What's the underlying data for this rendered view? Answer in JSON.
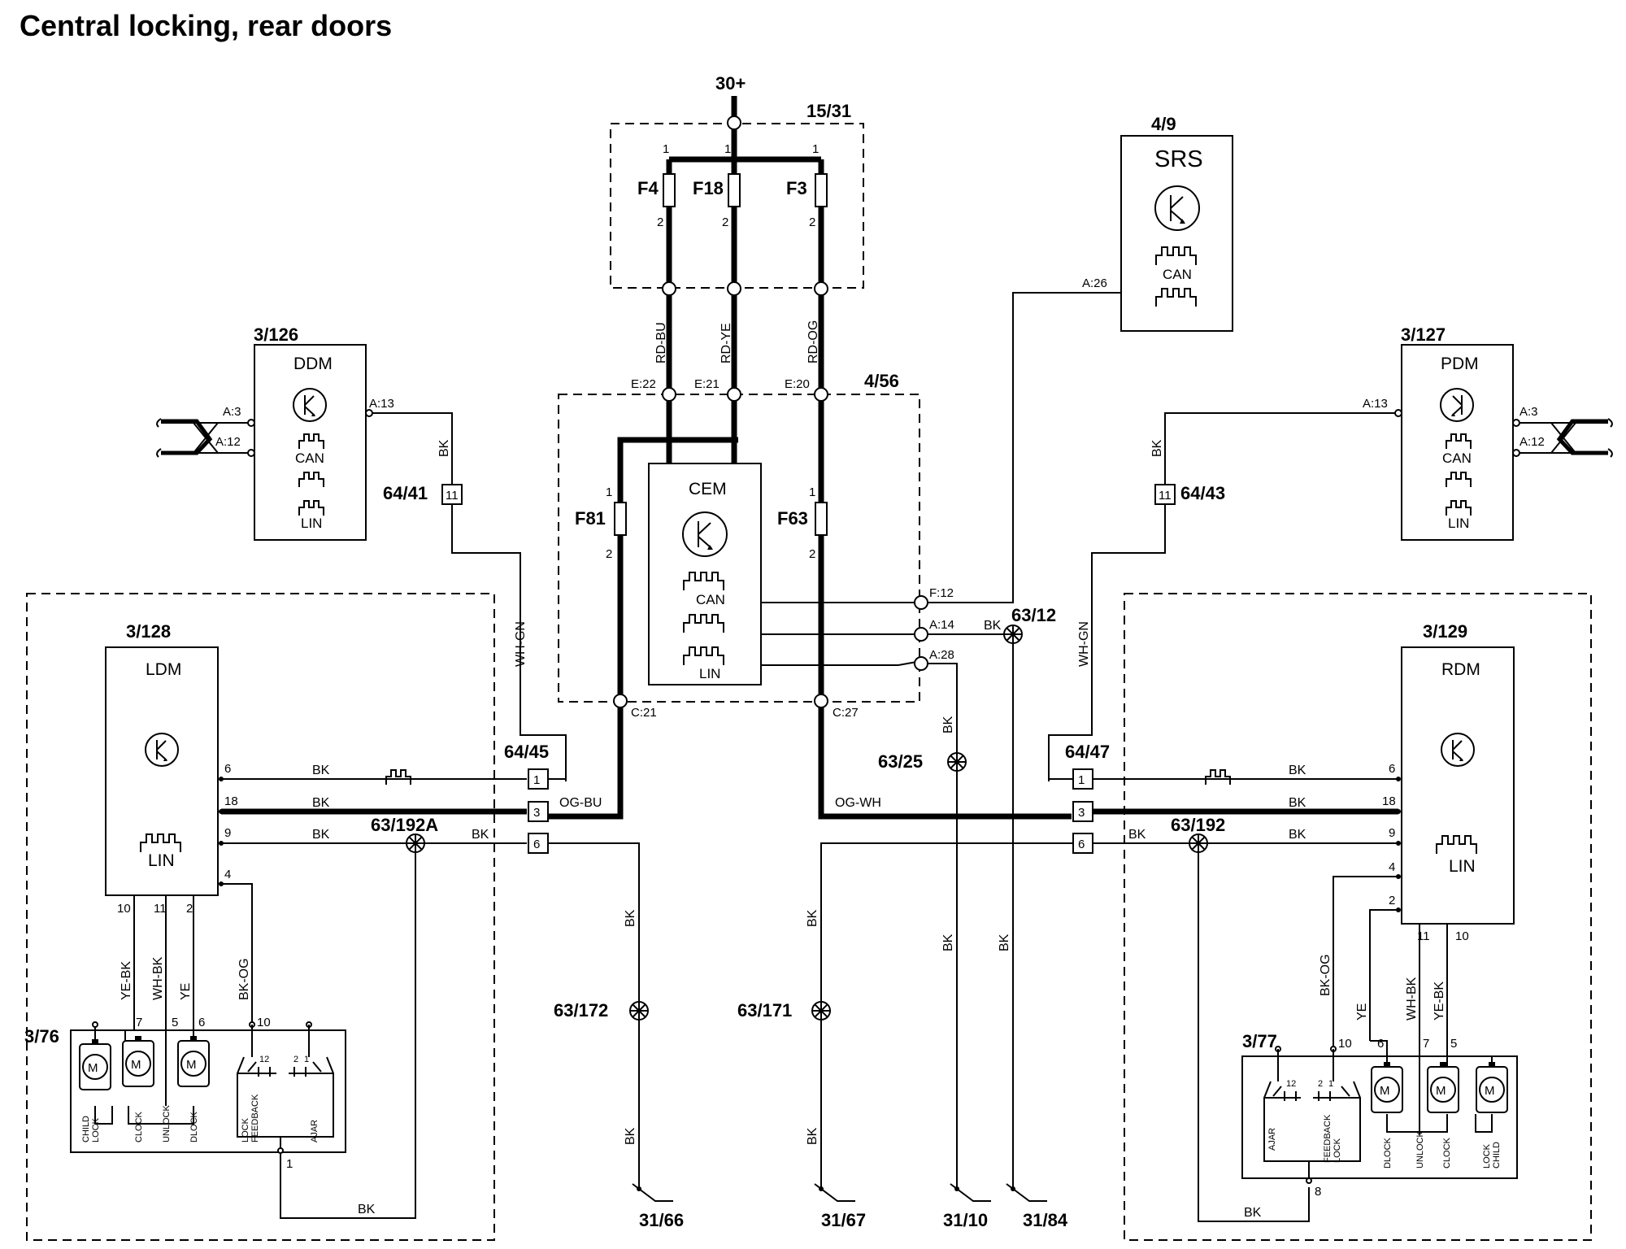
{
  "title": "Central locking, rear doors",
  "supply": "30+",
  "fusebox": {
    "ref": "15/31",
    "fuses": [
      "F4",
      "F18",
      "F3"
    ],
    "pin_top": "1",
    "pin_bottom": "2"
  },
  "cem": {
    "ref": "4/56",
    "name": "CEM",
    "can": "CAN",
    "lin": "LIN",
    "fuses": [
      "F81",
      "F63"
    ],
    "pins": {
      "e22": "E:22",
      "e21": "E:21",
      "e20": "E:20",
      "f12": "F:12",
      "a14": "A:14",
      "a28": "A:28",
      "c21": "C:21",
      "c27": "C:27"
    }
  },
  "srs": {
    "ref": "4/9",
    "name": "SRS",
    "can": "CAN",
    "pin": "A:26"
  },
  "ddm": {
    "ref": "3/126",
    "name": "DDM",
    "can": "CAN",
    "lin": "LIN",
    "pins": [
      "A:3",
      "A:12",
      "A:13"
    ]
  },
  "pdm": {
    "ref": "3/127",
    "name": "PDM",
    "can": "CAN",
    "lin": "LIN",
    "pins": [
      "A:3",
      "A:12",
      "A:13"
    ]
  },
  "ldm": {
    "ref": "3/128",
    "name": "LDM",
    "lin": "LIN",
    "pins": [
      "6",
      "18",
      "9",
      "4",
      "10",
      "11",
      "2"
    ]
  },
  "rdm": {
    "ref": "3/129",
    "name": "RDM",
    "lin": "LIN",
    "pins": [
      "6",
      "18",
      "9",
      "4",
      "2",
      "11",
      "10"
    ]
  },
  "wires": {
    "rd_bu": "RD-BU",
    "rd_ye": "RD-YE",
    "rd_og": "RD-OG",
    "bk": "BK",
    "wh_gn": "WH-GN",
    "og_bu": "OG-BU",
    "og_wh": "OG-WH",
    "ye_bk": "YE-BK",
    "wh_bk": "WH-BK",
    "ye": "YE",
    "bk_og": "BK-OG"
  },
  "connectors": {
    "c6441": "64/41",
    "c6443": "64/43",
    "c6445": "64/45",
    "c6447": "64/47",
    "pin11": "11",
    "pins": [
      "1",
      "3",
      "6"
    ]
  },
  "splices": {
    "s6312": "63/12",
    "s6325": "63/25",
    "s63192a": "63/192A",
    "s63192": "63/192",
    "s63172": "63/172",
    "s63171": "63/171"
  },
  "grounds": [
    "31/66",
    "31/67",
    "31/10",
    "31/84"
  ],
  "lock_left": {
    "ref": "3/76",
    "pins": [
      "7",
      "5",
      "6",
      "10",
      "1"
    ],
    "sw_pins": [
      "12",
      "2",
      "1"
    ],
    "labels": [
      "CHILD",
      "LOCK",
      "CLOCK",
      "UNLOCK",
      "DLOCK",
      "LOCK",
      "FEEDBACK",
      "AJAR"
    ]
  },
  "lock_right": {
    "ref": "3/77",
    "pins": [
      "10",
      "6",
      "7",
      "5",
      "8"
    ],
    "sw_pins": [
      "12",
      "2",
      "1"
    ],
    "labels": [
      "AJAR",
      "FEEDBACK",
      "LOCK",
      "DLOCK",
      "UNLOCK",
      "CLOCK",
      "LOCK",
      "CHILD"
    ]
  },
  "motor": "M"
}
